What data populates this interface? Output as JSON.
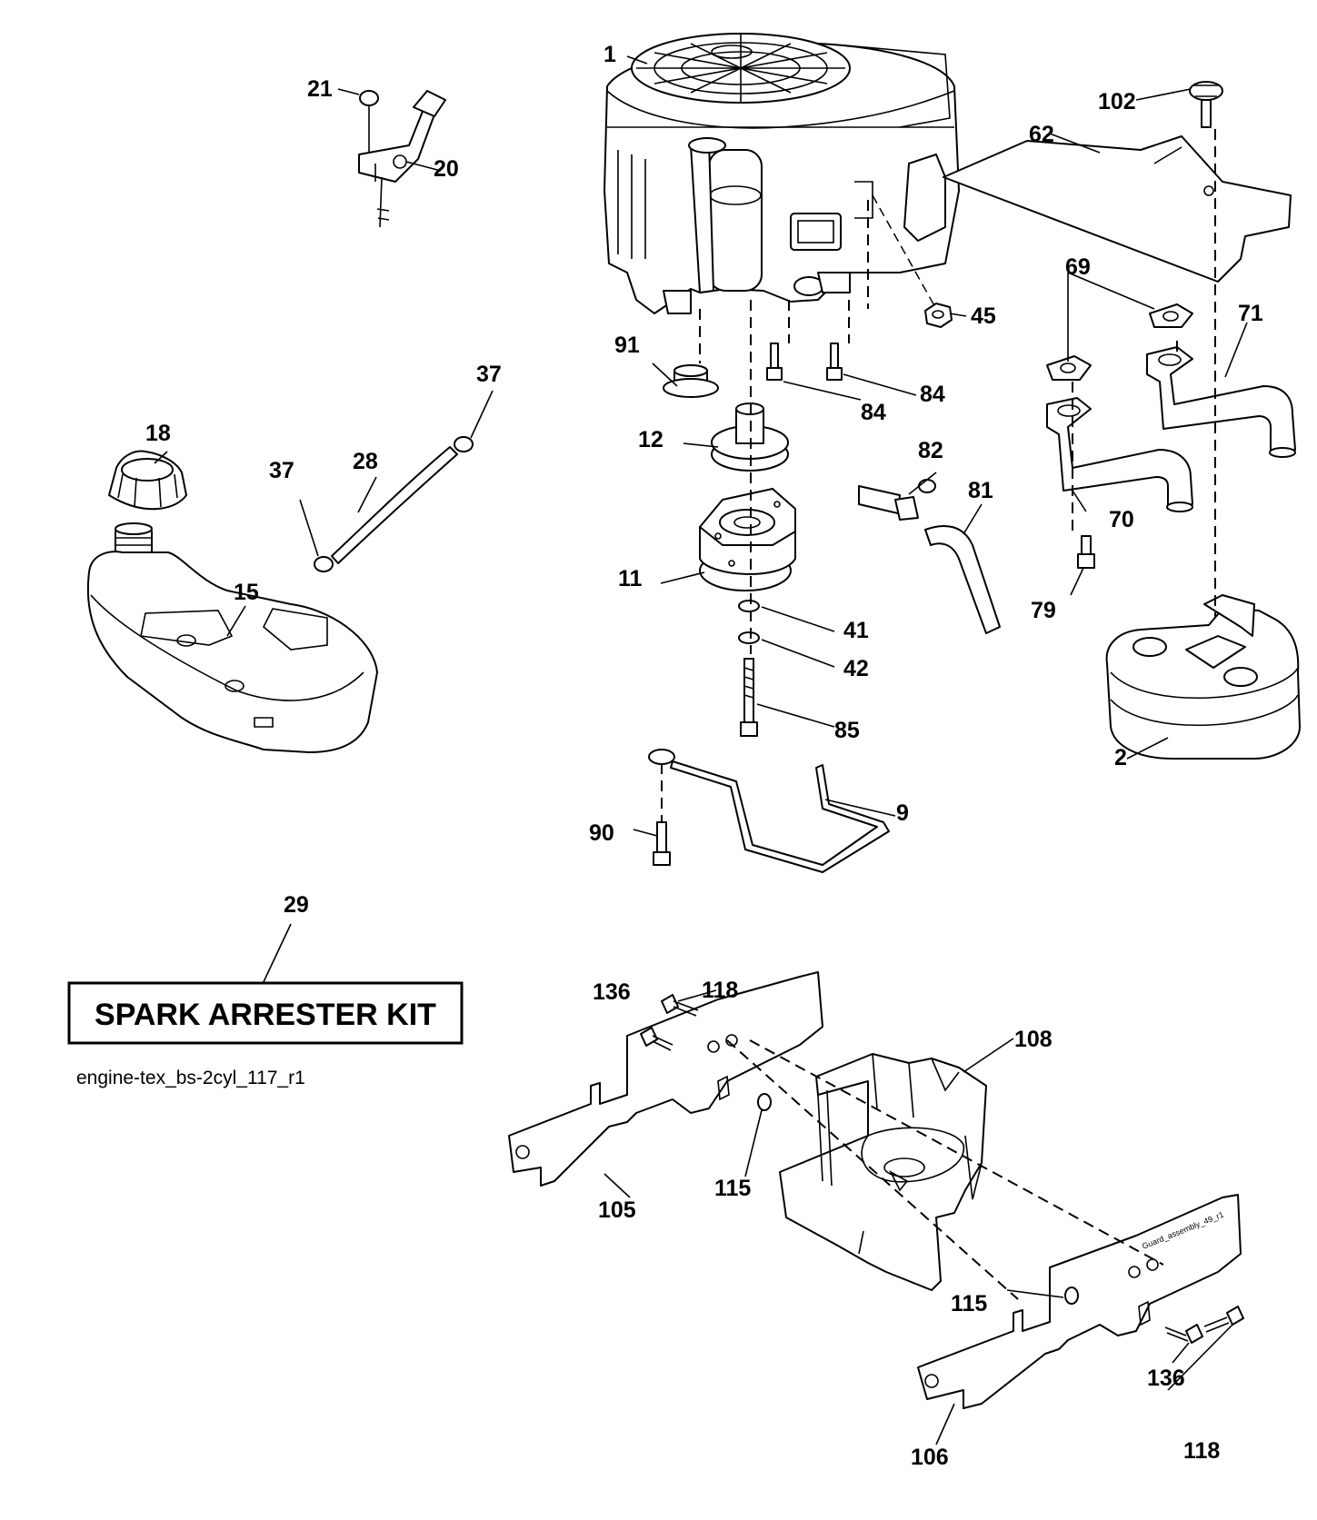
{
  "diagram": {
    "reference_code": "engine-tex_bs-2cyl_117_r1",
    "kit_label": "SPARK ARRESTER KIT",
    "sub_reference": "Guard_assembly_49_r1",
    "callouts": {
      "c1": "1",
      "c2": "2",
      "c9": "9",
      "c11": "11",
      "c12": "12",
      "c15": "15",
      "c18": "18",
      "c20": "20",
      "c21": "21",
      "c28": "28",
      "c29": "29",
      "c37a": "37",
      "c37b": "37",
      "c41": "41",
      "c42": "42",
      "c45": "45",
      "c62": "62",
      "c69": "69",
      "c70": "70",
      "c71": "71",
      "c79": "79",
      "c81": "81",
      "c82": "82",
      "c84a": "84",
      "c84b": "84",
      "c85": "85",
      "c90": "90",
      "c91": "91",
      "c102": "102",
      "c105": "105",
      "c106": "106",
      "c108": "108",
      "c115a": "115",
      "c115b": "115",
      "c118a": "118",
      "c118b": "118",
      "c136a": "136",
      "c136b": "136"
    }
  }
}
